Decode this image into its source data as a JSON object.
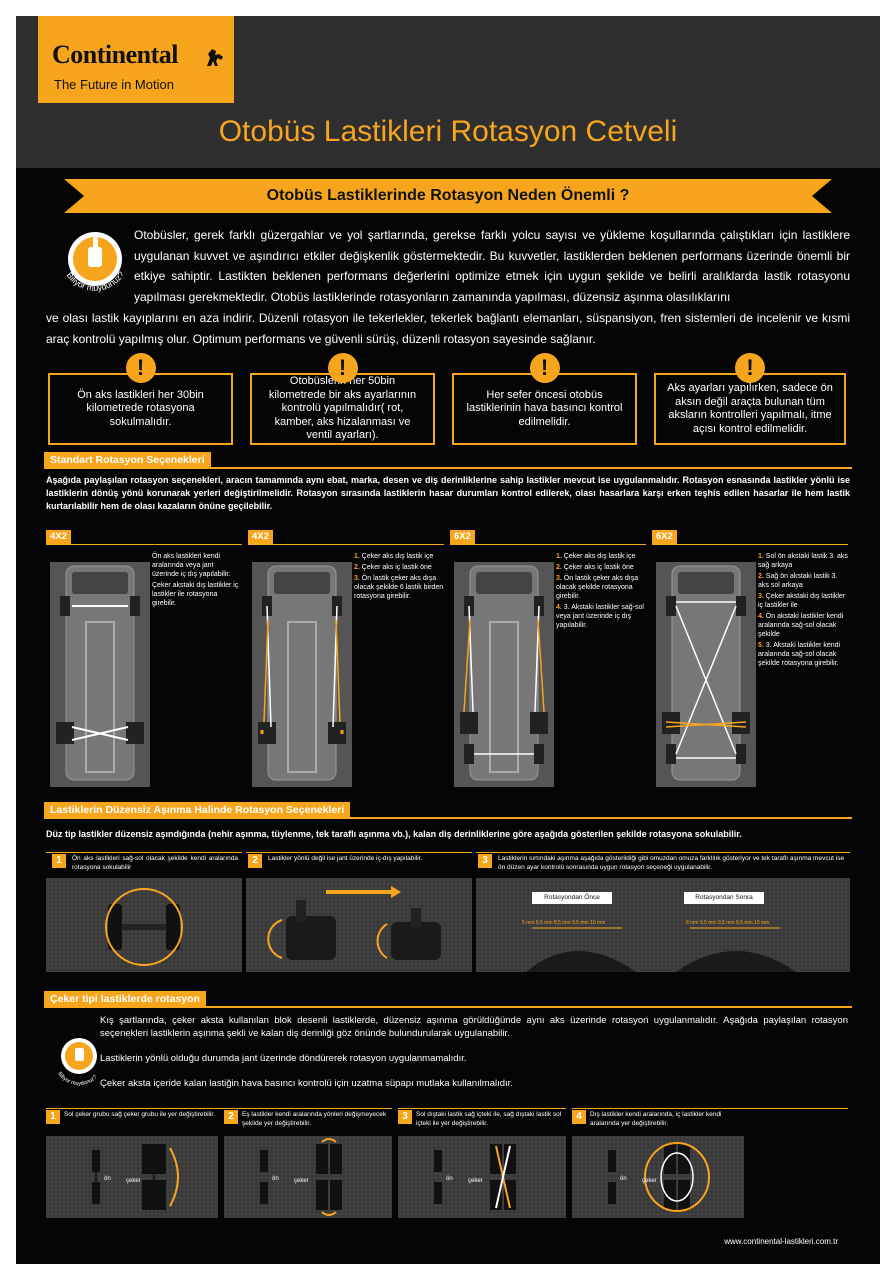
{
  "brand": {
    "name": "Continental",
    "tagline": "The Future in Motion"
  },
  "title": "Otobüs Lastikleri Rotasyon Cetveli",
  "banner": "Otobüs Lastiklerinde Rotasyon Neden Önemli ?",
  "badge_text": "Biliyor muydunuz?",
  "intro": {
    "p1": "Otobüsler, gerek farklı güzergahlar ve yol şartlarında, gerekse farklı yolcu sayısı ve yükleme koşullarında çalıştıkları için lastiklere uygulanan kuvvet ve aşındırıcı etkiler değişkenlik göstermektedir.  Bu kuvvetler, lastiklerden beklenen performans üzerinde önemli bir etkiye sahiptir. Lastikten beklenen performans değerlerini optimize etmek için uygun şekilde ve belirli aralıklarda lastik rotasyonu yapılması gerekmektedir.  Otobüs lastiklerinde rotasyonların zamanında yapılması, düzensiz aşınma olasılıklarını",
    "p2": "ve olası lastik kayıplarını en aza indirir. Düzenli rotasyon ile tekerlekler, tekerlek bağlantı elemanları, süspansiyon, fren sistemleri de incelenir ve kısmi araç kontrolü yapılmış olur. Optimum performans ve güvenli sürüş, düzenli rotasyon sayesinde sağlanır."
  },
  "warnings": [
    "Ön aks lastikleri her 30bin kilometrede rotasyona sokulmalıdır.",
    "Otobüslerin her 50bin kilometrede bir aks ayarlarının kontrolü yapılmalıdır( rot, kamber, aks hizalanması ve ventil ayarları).",
    "Her sefer öncesi otobüs lastiklerinin hava basıncı kontrol edilmelidir.",
    "Aks ayarları yapılırken, sadece ön aksın değil araçta bulunan tüm aksların kontrolleri yapılmalı, itme açısı kontrol edilmelidir."
  ],
  "standard": {
    "title": "Standart Rotasyon Seçenekleri",
    "text": "Aşağıda paylaşılan rotasyon seçenekleri, aracın tamamında aynı ebat, marka, desen ve diş derinliklerine sahip lastikler mevcut ise uygulanmalıdır. Rotasyon esnasında lastikler yönlü ise lastiklerin dönüş yönü korunarak yerleri değiştirilmelidir. Rotasyon sırasında lastiklerin hasar durumları kontrol edilerek, olası hasarlara karşı erken teşhis edilen hasarlar ile hem lastik kurtarılabilir hem de olası kazaların önüne geçilebilir.",
    "cards": [
      {
        "tag": "4X2",
        "notes": [
          {
            "n": "",
            "t": "Ön aks lastikleri kendi aralarında veya jant üzerinde iç dış yapılabilir."
          },
          {
            "n": "",
            "t": "Çeker akstaki dış lastikler iç lastikler ile rotasyona girebilir."
          }
        ]
      },
      {
        "tag": "4X2",
        "notes": [
          {
            "n": "1.",
            "t": "Çeker aks dış lastik içe"
          },
          {
            "n": "2.",
            "t": "Çeker aks iç lastik öne"
          },
          {
            "n": "3.",
            "t": "Ön lastik çeker aks dışa olacak şekilde 6 lastik birden rotasyona girebilir."
          }
        ]
      },
      {
        "tag": "6X2",
        "notes": [
          {
            "n": "1.",
            "t": "Çeker aks dış lastik içe"
          },
          {
            "n": "2.",
            "t": "Çeker aks iç lastik öne"
          },
          {
            "n": "3.",
            "t": "Ön lastik çeker aks dışa olacak şekilde rotasyona girebilir."
          },
          {
            "n": "4.",
            "t": "3. Akstaki lastikler sağ-sol veya jant üzerinde iç dış yapılabilir."
          }
        ]
      },
      {
        "tag": "6X2",
        "notes": [
          {
            "n": "1.",
            "t": "Sol ön akstaki lastik 3. aks sağ arkaya"
          },
          {
            "n": "2.",
            "t": "Sağ ön akstaki lastik 3. aks sol arkaya"
          },
          {
            "n": "3.",
            "t": "Çeker akstaki dış lastikler iç lastikler ile"
          },
          {
            "n": "4.",
            "t": "Ön akstaki lastikler kendi aralarında sağ-sol olacak şekilde"
          },
          {
            "n": "5.",
            "t": "3. Akstaki lastikler kendi aralarında sağ-sol olacak şekilde rotasyona girebilir."
          }
        ]
      }
    ]
  },
  "irregular": {
    "title": "Lastiklerin Düzensiz Aşınma Halinde Rotasyon Seçenekleri",
    "text": "Düz tip lastikler düzensiz aşındığında (nehir aşınma, tüylenme, tek taraflı aşınma vb.), kalan diş derinliklerine göre aşağıda gösterilen şekilde rotasyona sokulabilir.",
    "steps": [
      {
        "n": "1",
        "t": "Ön aks lastikleri sağ-sol olacak şekilde kendi aralarında rotasyona sokulabilir"
      },
      {
        "n": "2",
        "t": "Lastikler yönlü değil ise jant üzerinde iç-dış yapılabilir."
      },
      {
        "n": "3",
        "t": "Lastiklerin sırtındaki aşınma aşağıda gösterildiği gibi omuzdan omuza farklılık gösteriyor ve tek taraflı aşınma mevcut ise ön düzen ayar kontrolü sonrasında uygun rotasyon seçeneği uygulanabilir."
      }
    ],
    "before_label": "Rotasyondan Önce",
    "after_label": "Rotasyondan Sonra",
    "before_depths": "5 mm  6,5 mm  8,5 mm  9,5 mm  10 mm",
    "after_depths": "8 mm  9,5 mm  9,5 mm  6,5 mm  10 mm"
  },
  "traction": {
    "title": "Çeker tipi lastiklerde rotasyon",
    "p1": "Kış şartlarında, çeker aksta kullanılan blok desenli lastiklerde, düzensiz aşınma görüldüğünde aynı aks üzerinde rotasyon uygulanmalıdır.  Aşağıda paylaşılan rotasyon seçenekleri lastiklerin aşınma şekli ve kalan diş derinliği göz önünde bulundurularak uygulanabilir.",
    "p2": "Lastiklerin yönlü olduğu durumda jant üzerinde döndürerek rotasyon uygulanmamalıdır.",
    "p3": "Çeker aksta içeride kalan lastiğin hava basıncı kontrolü için uzatma süpapı mutlaka kullanılmalıdır.",
    "steps": [
      {
        "n": "1",
        "t": "Sol çeker grubu sağ çeker grubu ile yer değiştirebilir."
      },
      {
        "n": "2",
        "t": "Eş lastikler kendi aralarında yönleri değişmeyecek şekilde yer değiştirebilir."
      },
      {
        "n": "3",
        "t": "Sol dıştaki lastik sağ içteki ile, sağ dıştaki lastik sol içteki ile yer değiştirebilir."
      },
      {
        "n": "4",
        "t": "Dış lastikler kendi aralarında, iç lastikler kendi aralarında yer değiştirebilir."
      }
    ],
    "front_label": "ön",
    "drive_label": "çeker"
  },
  "footer_url": "www.continental-lastikleri.com.tr",
  "colors": {
    "accent": "#f6a51d",
    "background": "#050505",
    "header": "#2f2f2f"
  }
}
